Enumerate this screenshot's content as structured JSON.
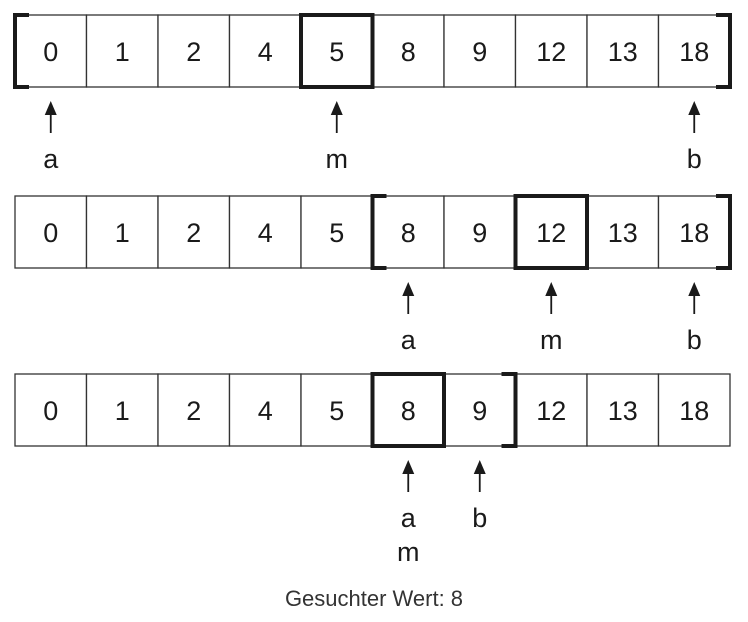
{
  "array_values": [
    "0",
    "1",
    "2",
    "4",
    "5",
    "8",
    "9",
    "12",
    "13",
    "18"
  ],
  "steps": [
    {
      "a_index": 0,
      "b_index": 9,
      "m_index": 4,
      "pointers": [
        {
          "label": "a",
          "index": 0
        },
        {
          "label": "m",
          "index": 4
        },
        {
          "label": "b",
          "index": 9
        }
      ]
    },
    {
      "a_index": 5,
      "b_index": 9,
      "m_index": 7,
      "pointers": [
        {
          "label": "a",
          "index": 5
        },
        {
          "label": "m",
          "index": 7
        },
        {
          "label": "b",
          "index": 9
        }
      ]
    },
    {
      "a_index": 5,
      "b_index": 6,
      "m_index": 5,
      "pointers": [
        {
          "label": "a",
          "index": 5,
          "stack": 0
        },
        {
          "label": "m",
          "index": 5,
          "stack": 1
        },
        {
          "label": "b",
          "index": 6
        }
      ]
    }
  ],
  "caption": "Gesuchter Wert: 8"
}
